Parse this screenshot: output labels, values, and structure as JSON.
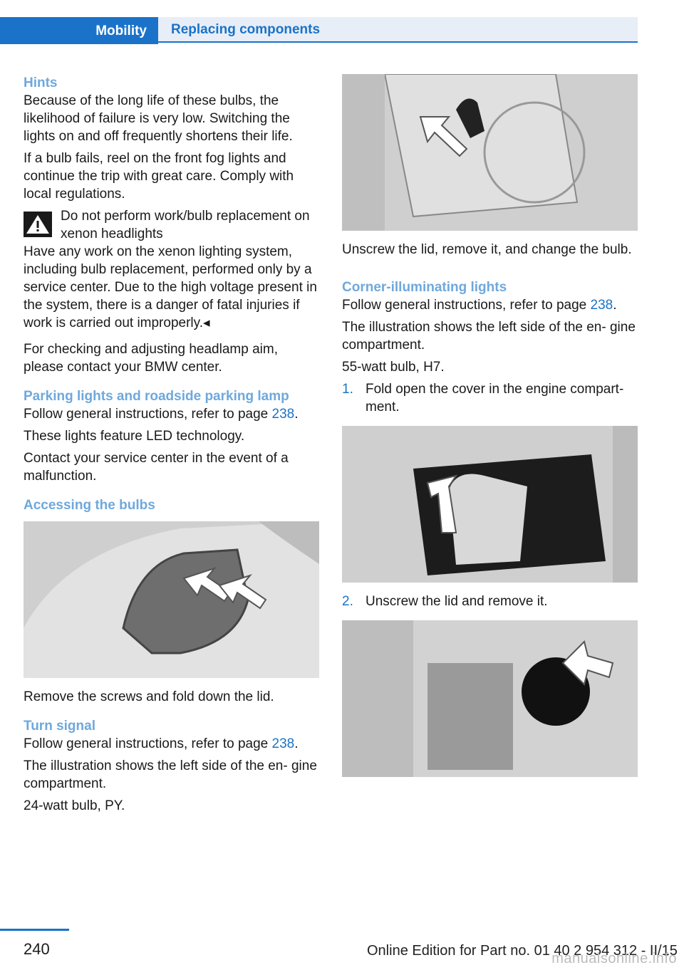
{
  "header": {
    "tab_active": "Mobility",
    "tab_section": "Replacing components"
  },
  "left": {
    "hints_title": "Hints",
    "hints_p1": "Because of the long life of these bulbs, the likelihood of failure is very low. Switching the lights on and off frequently shortens their life.",
    "hints_p2": "If a bulb fails, reel on the front fog lights and continue the trip with great care. Comply with local regulations.",
    "warning_title": "Do not perform work/bulb replacement on xenon headlights",
    "warning_body": "Have any work on the xenon lighting system, including bulb replacement, performed only by a service center. Due to the high voltage present in the system, there is a danger of fatal injuries if work is carried out improperly.◂",
    "aim_text": "For checking and adjusting headlamp aim, please contact your BMW center.",
    "parking_title": "Parking lights and roadside parking lamp",
    "parking_p1_pre": "Follow general instructions, refer to page ",
    "parking_p1_link": "238",
    "parking_p1_post": ".",
    "parking_p2": "These lights feature LED technology.",
    "parking_p3": "Contact your service center in the event of a malfunction.",
    "access_title": "Accessing the bulbs",
    "access_caption": "Remove the screws and fold down the lid.",
    "turn_title": "Turn signal",
    "turn_p1_pre": "Follow general instructions, refer to page ",
    "turn_p1_link": "238",
    "turn_p1_post": ".",
    "turn_p2": "The illustration shows the left side of the en‐ gine compartment.",
    "turn_p3": "24-watt bulb, PY."
  },
  "right": {
    "lid_caption": "Unscrew the lid, remove it, and change the bulb.",
    "corner_title": "Corner-illuminating lights",
    "corner_p1_pre": "Follow general instructions, refer to page ",
    "corner_p1_link": "238",
    "corner_p1_post": ".",
    "corner_p2": "The illustration shows the left side of the en‐ gine compartment.",
    "corner_p3": "55-watt bulb, H7.",
    "steps": [
      {
        "num": "1.",
        "text": "Fold open the cover in the engine compart‐ ment."
      },
      {
        "num": "2.",
        "text": "Unscrew the lid and remove it."
      }
    ]
  },
  "footer": {
    "page_number": "240",
    "edition": "Online Edition for Part no. 01 40 2 954 312 - II/15",
    "watermark": "manualsonline.info"
  }
}
